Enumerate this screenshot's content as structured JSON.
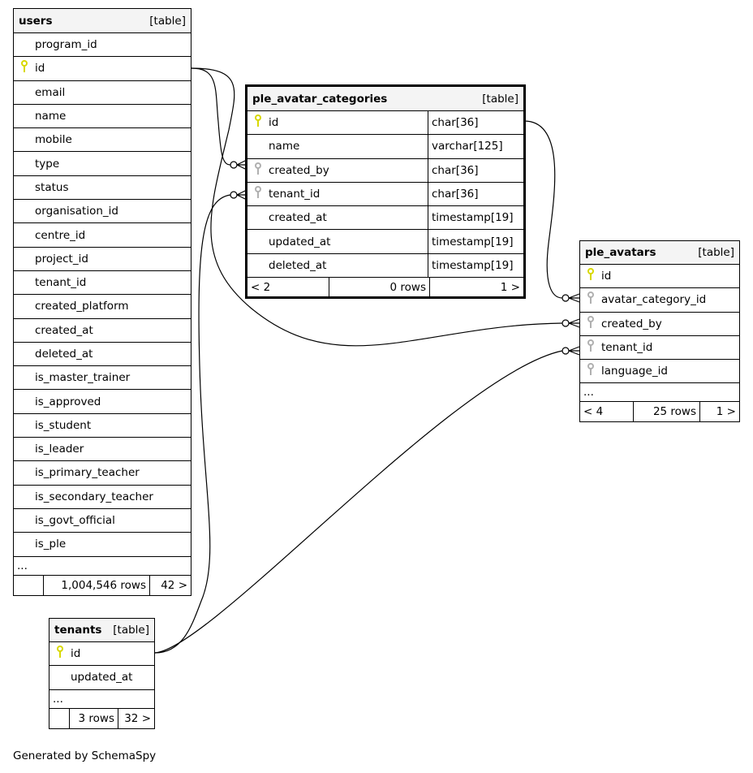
{
  "tables": [
    {
      "id": "users",
      "name": "users",
      "type": "[table]",
      "selected": false,
      "columns": [
        {
          "name": "program_id",
          "key": ""
        },
        {
          "name": "id",
          "key": "pk"
        },
        {
          "name": "email",
          "key": ""
        },
        {
          "name": "name",
          "key": ""
        },
        {
          "name": "mobile",
          "key": ""
        },
        {
          "name": "type",
          "key": ""
        },
        {
          "name": "status",
          "key": ""
        },
        {
          "name": "organisation_id",
          "key": ""
        },
        {
          "name": "centre_id",
          "key": ""
        },
        {
          "name": "project_id",
          "key": ""
        },
        {
          "name": "tenant_id",
          "key": ""
        },
        {
          "name": "created_platform",
          "key": ""
        },
        {
          "name": "created_at",
          "key": ""
        },
        {
          "name": "deleted_at",
          "key": ""
        },
        {
          "name": "is_master_trainer",
          "key": ""
        },
        {
          "name": "is_approved",
          "key": ""
        },
        {
          "name": "is_student",
          "key": ""
        },
        {
          "name": "is_leader",
          "key": ""
        },
        {
          "name": "is_primary_teacher",
          "key": ""
        },
        {
          "name": "is_secondary_teacher",
          "key": ""
        },
        {
          "name": "is_govt_official",
          "key": ""
        },
        {
          "name": "is_ple",
          "key": ""
        }
      ],
      "ellipsis": "...",
      "footer": {
        "parents": "",
        "rows": "1,004,546 rows",
        "children": "42 >"
      }
    },
    {
      "id": "ple_avatar_categories",
      "name": "ple_avatar_categories",
      "type": "[table]",
      "selected": true,
      "columns": [
        {
          "name": "id",
          "key": "pk",
          "dtype": "char[36]"
        },
        {
          "name": "name",
          "key": "",
          "dtype": "varchar[125]"
        },
        {
          "name": "created_by",
          "key": "fk",
          "dtype": "char[36]"
        },
        {
          "name": "tenant_id",
          "key": "fk",
          "dtype": "char[36]"
        },
        {
          "name": "created_at",
          "key": "",
          "dtype": "timestamp[19]"
        },
        {
          "name": "updated_at",
          "key": "",
          "dtype": "timestamp[19]"
        },
        {
          "name": "deleted_at",
          "key": "",
          "dtype": "timestamp[19]"
        }
      ],
      "footer": {
        "parents": "< 2",
        "rows": "0 rows",
        "children": "1 >"
      }
    },
    {
      "id": "ple_avatars",
      "name": "ple_avatars",
      "type": "[table]",
      "selected": false,
      "columns": [
        {
          "name": "id",
          "key": "pk"
        },
        {
          "name": "avatar_category_id",
          "key": "fk"
        },
        {
          "name": "created_by",
          "key": "fk"
        },
        {
          "name": "tenant_id",
          "key": "fk"
        },
        {
          "name": "language_id",
          "key": "fk"
        }
      ],
      "ellipsis": "...",
      "footer": {
        "parents": "< 4",
        "rows": "25 rows",
        "children": "1 >"
      }
    },
    {
      "id": "tenants",
      "name": "tenants",
      "type": "[table]",
      "selected": false,
      "columns": [
        {
          "name": "id",
          "key": "pk"
        },
        {
          "name": "updated_at",
          "key": ""
        }
      ],
      "ellipsis": "...",
      "footer": {
        "parents": "",
        "rows": "3 rows",
        "children": "32 >"
      }
    }
  ],
  "colors": {
    "pk": "#d8d800",
    "fk": "#b0b0b0"
  },
  "generated_by": "Generated by SchemaSpy"
}
